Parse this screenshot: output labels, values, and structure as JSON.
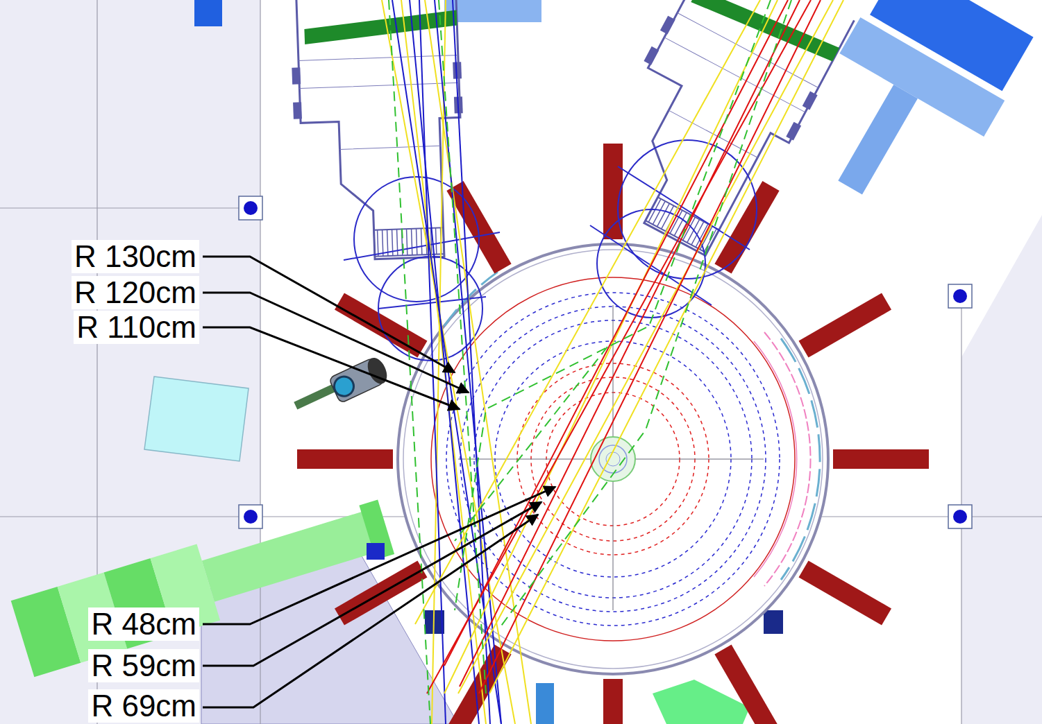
{
  "diagram": {
    "labels": [
      "R 130cm",
      "R 120cm",
      "R 110cm",
      "R 48cm",
      "R 59cm",
      "R 69cm"
    ]
  }
}
